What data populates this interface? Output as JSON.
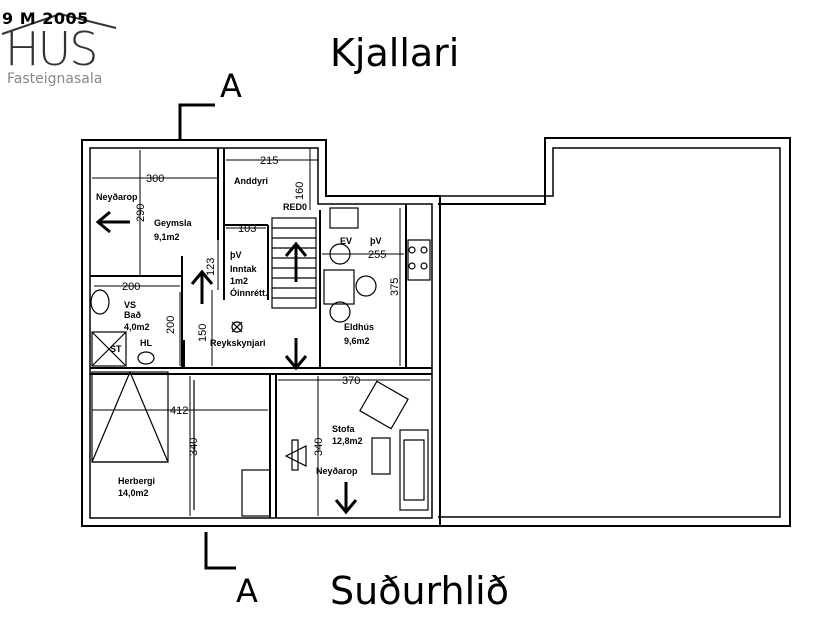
{
  "logo": {
    "date_stamp": "9 M  2005",
    "brand": "HUS",
    "tagline": "Fasteignasala"
  },
  "title": "Kjallari",
  "subtitle": "Suðurhlið",
  "section_marker": "A",
  "rooms": {
    "geymsla": {
      "name": "Geymsla",
      "area": "9,1m2"
    },
    "anddyri": {
      "name": "Anddyri"
    },
    "bad": {
      "name": "Bað",
      "area": "4,0m2"
    },
    "vs": "VS",
    "reykskynjari": "Reykskynjari",
    "eldhus": {
      "name": "Eldhús",
      "area": "9,6m2"
    },
    "herbergi": {
      "name": "Herbergi",
      "area": "14,0m2"
    },
    "stofa": {
      "name": "Stofa",
      "area": "12,8m2"
    },
    "inntak": {
      "line1": "Inntak",
      "line2": "1m2",
      "line3": "Óinnrétt."
    },
    "neydarop": "Neyðarop",
    "redo": "RED0",
    "ev": "EV",
    "pv": "þV",
    "st": "ST",
    "hl": "HL"
  },
  "dimensions": {
    "d300": "300",
    "d215": "215",
    "d290": "290",
    "d160": "160",
    "d103": "103",
    "d123": "123",
    "d255": "255",
    "d375": "375",
    "d200a": "200",
    "d200b": "200",
    "d150": "150",
    "d370": "370",
    "d412": "412",
    "d340a": "340",
    "d340b": "340"
  }
}
